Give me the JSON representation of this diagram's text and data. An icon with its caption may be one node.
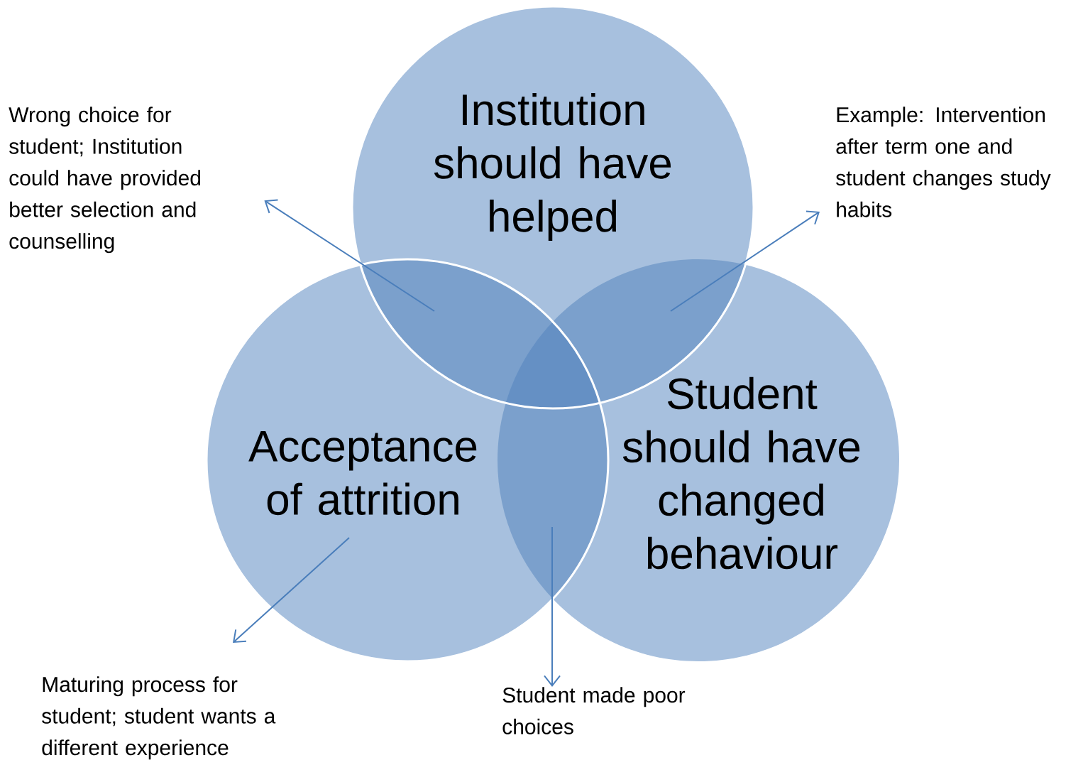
{
  "diagram": {
    "nodes": [
      {
        "text": [
          "Institution should have helped"
        ]
      },
      {
        "text": [
          "Acceptance of attrition"
        ]
      },
      {
        "text": [
          "Student should have changed behaviour"
        ]
      },
      {
        "text": [
          "Wrong choice for student; Institution could have provided better selection and counselling"
        ]
      },
      {
        "text": [
          "Example: Intervention after term one and student changes study habits"
        ]
      },
      {
        "text": [
          "Maturing process for student; student wants a different experience"
        ]
      },
      {
        "text": [
          "Student made poor choices"
        ]
      }
    ],
    "edges": [
      {
        "from": null,
        "to": 3,
        "arrow": "to"
      },
      {
        "from": null,
        "to": 4,
        "arrow": "to"
      },
      {
        "from": 1,
        "to": 5,
        "arrow": "to"
      },
      {
        "from": null,
        "to": 6,
        "arrow": "to"
      }
    ]
  }
}
